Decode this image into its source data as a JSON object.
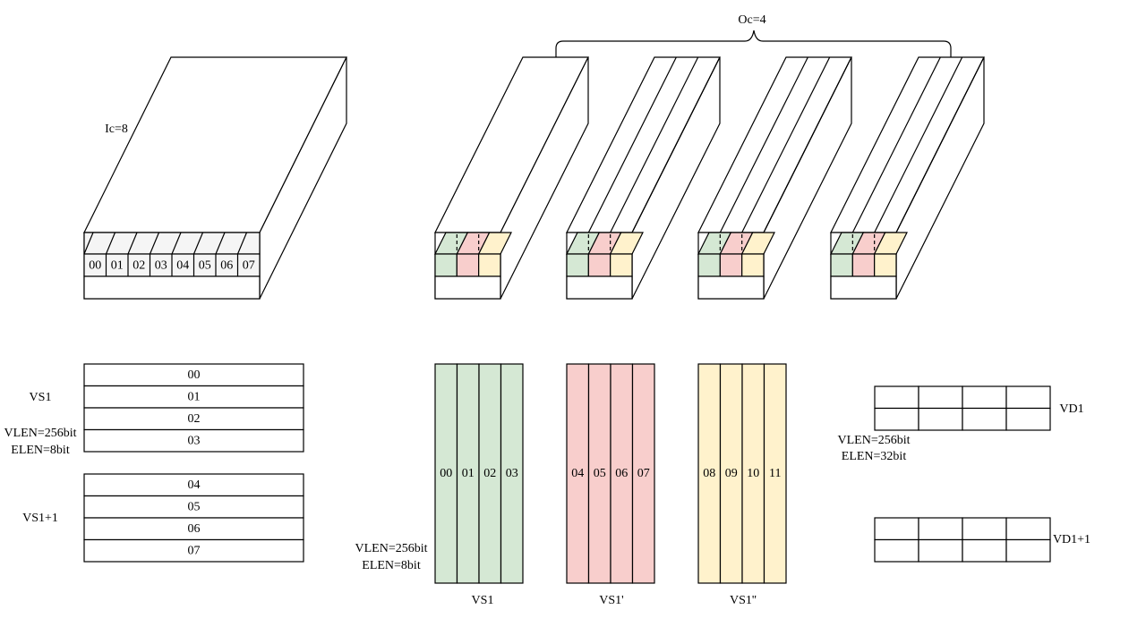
{
  "colors": {
    "green": "#d5e8d4",
    "red": "#f8cecc",
    "yellow": "#fff2cc",
    "gray": "#f5f5f5",
    "stroke": "#000000"
  },
  "input_block": {
    "label": "Ic=8",
    "cells": [
      "00",
      "01",
      "02",
      "03",
      "04",
      "05",
      "06",
      "07"
    ]
  },
  "kernel_group": {
    "label": "Oc=4"
  },
  "vs1_registers": {
    "label_a": "VS1",
    "label_b": "VS1+1",
    "vlen": "VLEN=256bit",
    "elen": "ELEN=8bit",
    "rows_a": [
      "00",
      "01",
      "02",
      "03"
    ],
    "rows_b": [
      "04",
      "05",
      "06",
      "07"
    ]
  },
  "column_registers": {
    "vlen": "VLEN=256bit",
    "elen": "ELEN=8bit",
    "groups": [
      {
        "label": "VS1",
        "color": "green",
        "cells": [
          "00",
          "01",
          "02",
          "03"
        ]
      },
      {
        "label": "VS1'",
        "color": "red",
        "cells": [
          "04",
          "05",
          "06",
          "07"
        ]
      },
      {
        "label": "VS1''",
        "color": "yellow",
        "cells": [
          "08",
          "09",
          "10",
          "11"
        ]
      }
    ]
  },
  "vd_registers": {
    "label_a": "VD1",
    "label_b": "VD1+1",
    "vlen": "VLEN=256bit",
    "elen": "ELEN=32bit"
  }
}
